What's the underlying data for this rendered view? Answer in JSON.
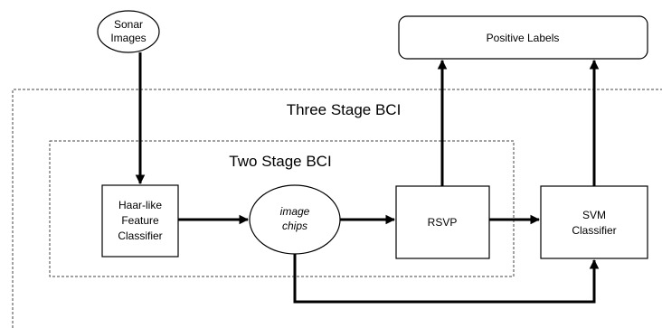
{
  "regions": {
    "three_stage": {
      "label": "Three Stage BCI"
    },
    "two_stage": {
      "label": "Two Stage BCI"
    }
  },
  "nodes": {
    "sonar_images": {
      "line1": "Sonar",
      "line2": "Images"
    },
    "positive_labels": {
      "label": "Positive Labels"
    },
    "haar_classifier": {
      "line1": "Haar-like",
      "line2": "Feature",
      "line3": "Classifier"
    },
    "image_chips": {
      "line1": "image",
      "line2": "chips"
    },
    "rsvp": {
      "label": "RSVP"
    },
    "svm_classifier": {
      "line1": "SVM",
      "line2": "Classifier"
    }
  },
  "colors": {
    "stroke": "#000000",
    "region_stroke": "#444444",
    "background": "#ffffff"
  }
}
